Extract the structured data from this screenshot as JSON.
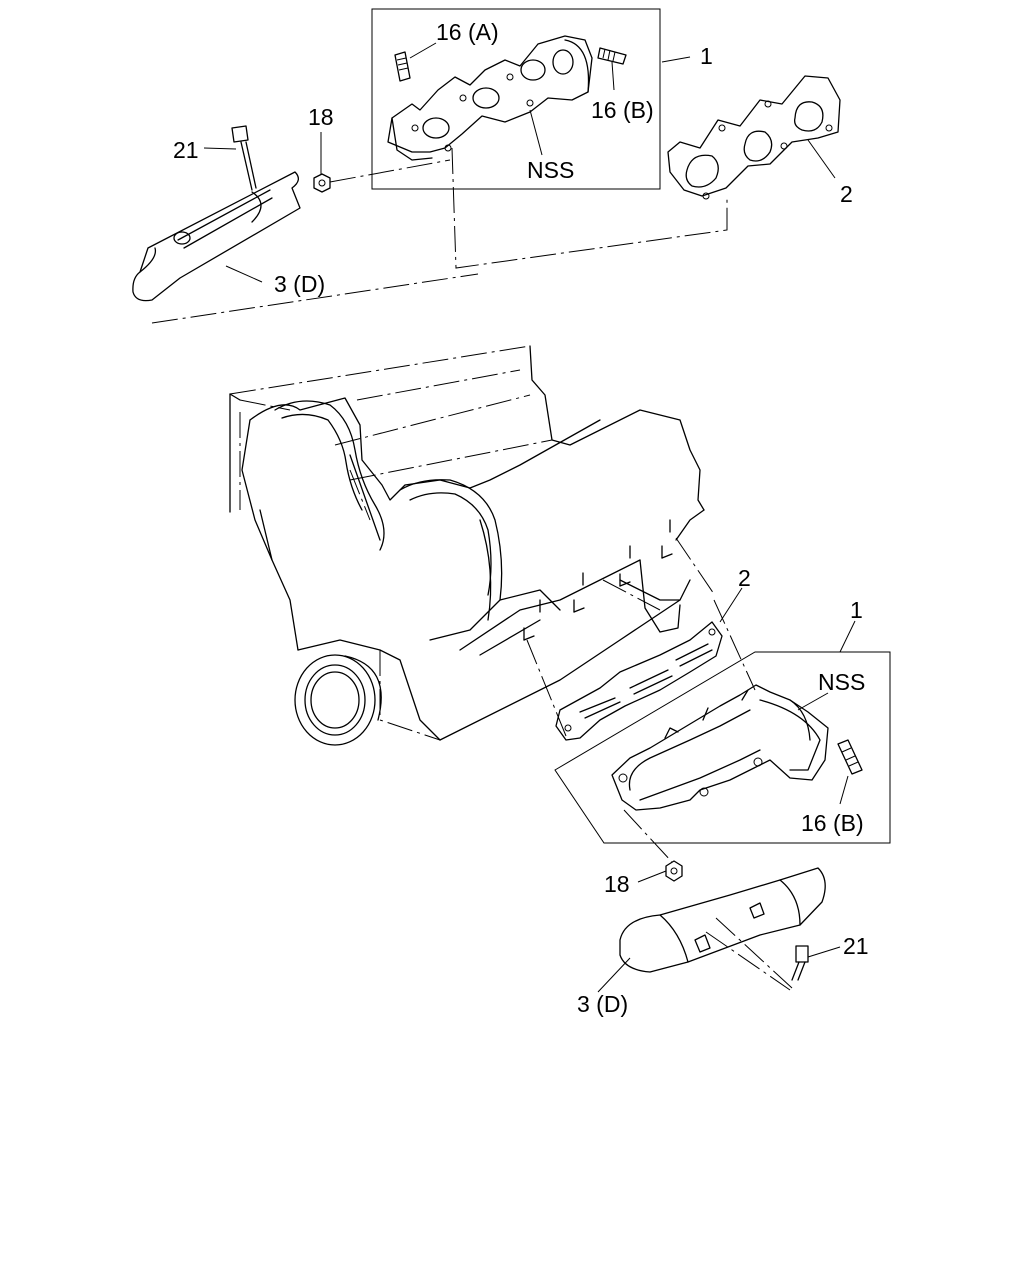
{
  "callouts": {
    "top": {
      "p16a": "16 (A)",
      "p1": "1",
      "p16b": "16 (B)",
      "p18": "18",
      "p21": "21",
      "nss": "NSS",
      "p2": "2",
      "p3d": "3 (D)"
    },
    "bottom": {
      "p2": "2",
      "p1": "1",
      "nss": "NSS",
      "p16b": "16 (B)",
      "p18": "18",
      "p21": "21",
      "p3d": "3 (D)"
    }
  }
}
